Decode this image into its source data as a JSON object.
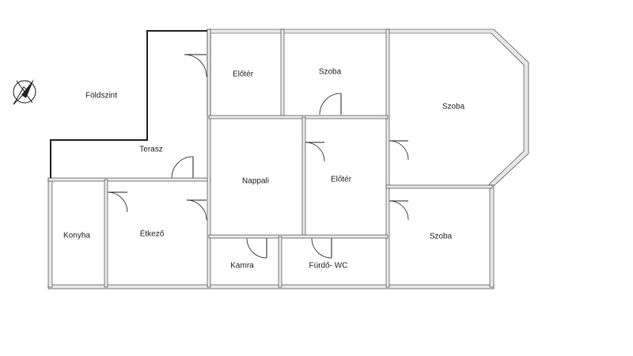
{
  "plan": {
    "level_label": "Földszint",
    "rooms": [
      {
        "id": "eloter-1",
        "label": "Előtér"
      },
      {
        "id": "szoba-1",
        "label": "Szoba"
      },
      {
        "id": "szoba-2",
        "label": "Szoba"
      },
      {
        "id": "terasz",
        "label": "Terasz"
      },
      {
        "id": "nappali",
        "label": "Nappali"
      },
      {
        "id": "eloter-2",
        "label": "Előtér"
      },
      {
        "id": "konyha",
        "label": "Konyha"
      },
      {
        "id": "etkezo",
        "label": "Étkező"
      },
      {
        "id": "szoba-3",
        "label": "Szoba"
      },
      {
        "id": "kamra",
        "label": "Kamra"
      },
      {
        "id": "furdo-wc",
        "label": "Fürdő- WC"
      }
    ]
  }
}
